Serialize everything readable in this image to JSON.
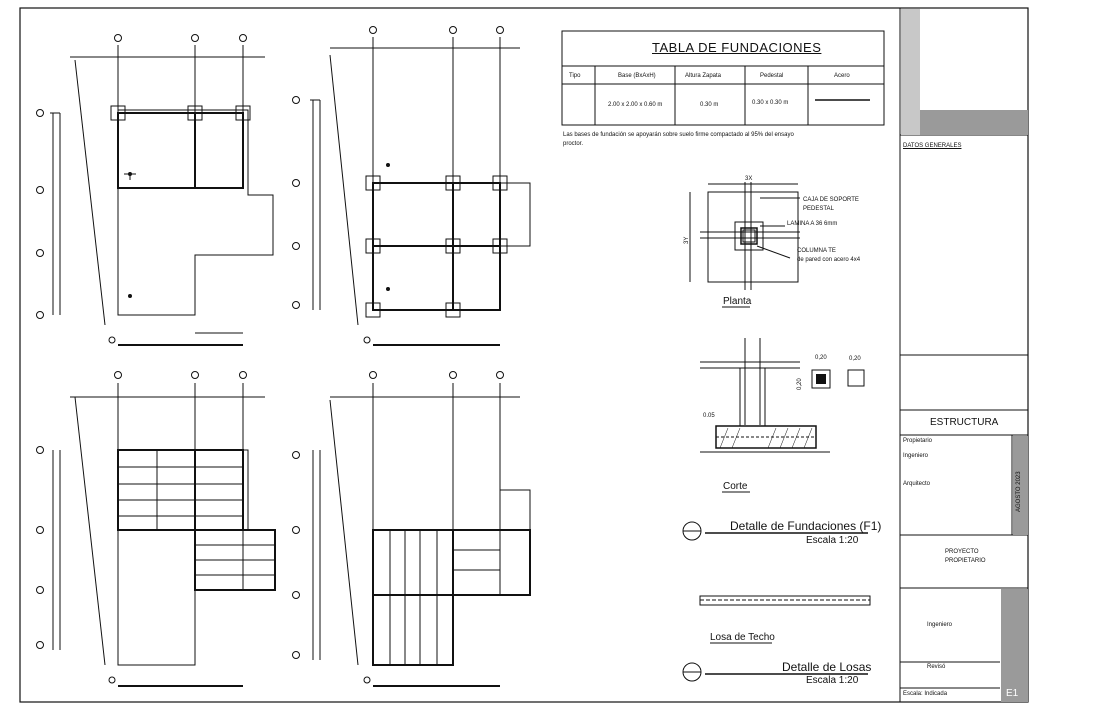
{
  "foundation_table": {
    "title": "TABLA DE FUNDACIONES",
    "headers": [
      "Tipo",
      "Base (BxAxH)",
      "Altura Zapata",
      "Pedestal",
      "Acero"
    ],
    "row": {
      "base": "2.00 x 2.00 x 0.60 m",
      "height": "0.30 m",
      "pedestal": "0.30 x 0.30 m",
      "acero": ""
    },
    "note": "Las bases de fundación se apoyarán sobre suelo firme compactado al 95% del ensayo proctor."
  },
  "details": {
    "planta_label": "Planta",
    "corte_label": "Corte",
    "dim_top": "3X",
    "dim_side": "3Y",
    "callout_pedestal": "CAJA DE SOPORTE\nPEDESTAL",
    "callout_lamina": "LAMINA A 36 6mm",
    "callout_columna": "COLUMNA TE\nde pared con acero 4x4",
    "corte_dim_1": "0,20",
    "corte_dim_2": "0,20",
    "corte_dim_3": "0,20",
    "corte_dim_4": "0.05",
    "fundaciones_title": "Detalle de Fundaciones (F1)",
    "fundaciones_scale": "Escala 1:20",
    "losa_label": "Losa de Techo",
    "losas_title": "Detalle de Losas",
    "losas_scale": "Escala 1:20"
  },
  "title_block": {
    "header": "DATOS GENERALES",
    "section_title": "ESTRUCTURA",
    "date_vertical": "AGOSTO 2023",
    "field_1": "Propietario",
    "field_2": "Ingeniero",
    "field_3": "Arquitecto",
    "project_line_1": "PROYECTO",
    "project_line_2": "PROPIETARIO",
    "sig_1": "Ingeniero",
    "sig_2": "Revisó",
    "sheet_label": "Escala: Indicada",
    "sheet_code": "E1"
  },
  "colors": {
    "line": "#111111",
    "panel_gray": "#c8c8c8",
    "dark_gray": "#9a9a9a"
  }
}
